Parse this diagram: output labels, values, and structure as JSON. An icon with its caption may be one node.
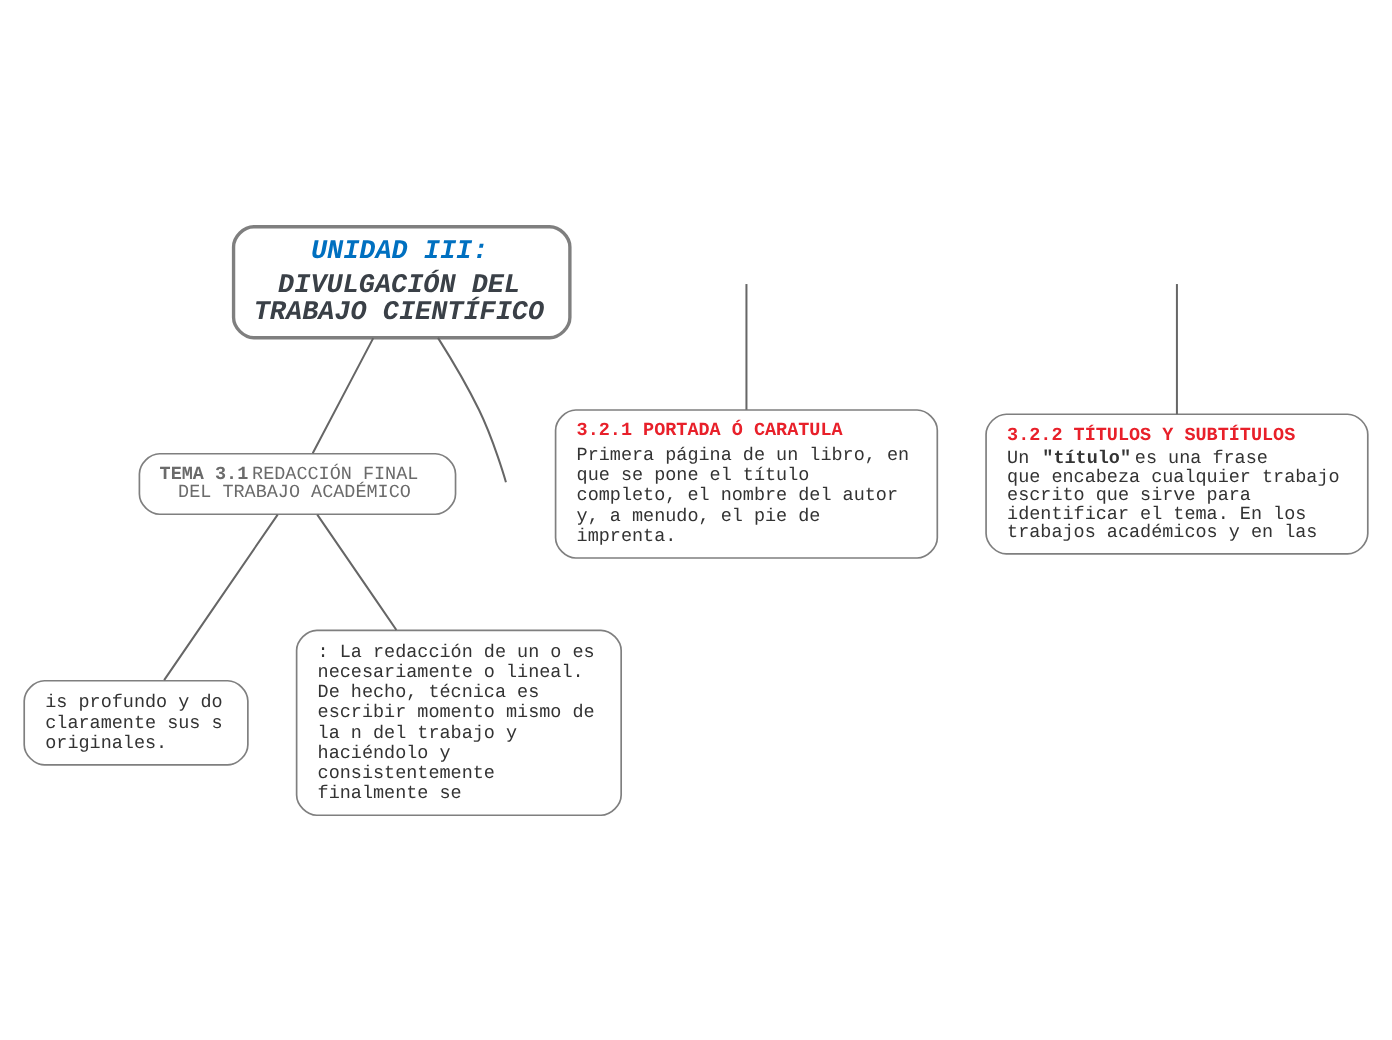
{
  "diagram": {
    "nodes": [
      {
        "text": [
          "UNIDAD III:",
          "DIVULGACIÓN DEL TRABAJO CIENTÍFICO"
        ]
      },
      {
        "text": [
          "**TEMA 3.1** REDACCIÓN FINAL DEL TRABAJO ACADÉMICO"
        ]
      },
      {
        "text": [
          "is profundo y do claramente sus s originales."
        ]
      },
      {
        "text": [
          ": La redacción de un o es necesariamente o lineal. De hecho, técnica es escribir momento mismo de la n del trabajo y haciéndolo y consistentemente finalmente se"
        ]
      },
      {
        "text": [
          "3.2.1 PORTADA Ó CARATULA",
          "Primera página de un libro, en que se pone el título completo, el nombre del autor y, a menudo, el pie de imprenta."
        ]
      },
      {
        "text": [
          "3.2.2 TÍTULOS Y SUBTÍTULOS",
          "Un **\"título\"** es una frase que encabeza cualquier trabajo escrito que sirve para identificar el tema. En los trabajos académicos y en las"
        ]
      }
    ],
    "edges": [
      {
        "from": 0,
        "to": 1,
        "arrow": "none"
      },
      {
        "from": 1,
        "to": 2,
        "arrow": "none"
      },
      {
        "from": 1,
        "to": 3,
        "arrow": "none"
      },
      {
        "from": 0,
        "to": null,
        "arrow": "none"
      },
      {
        "from": null,
        "to": 4,
        "arrow": "none"
      },
      {
        "from": null,
        "to": 5,
        "arrow": "none"
      }
    ]
  }
}
